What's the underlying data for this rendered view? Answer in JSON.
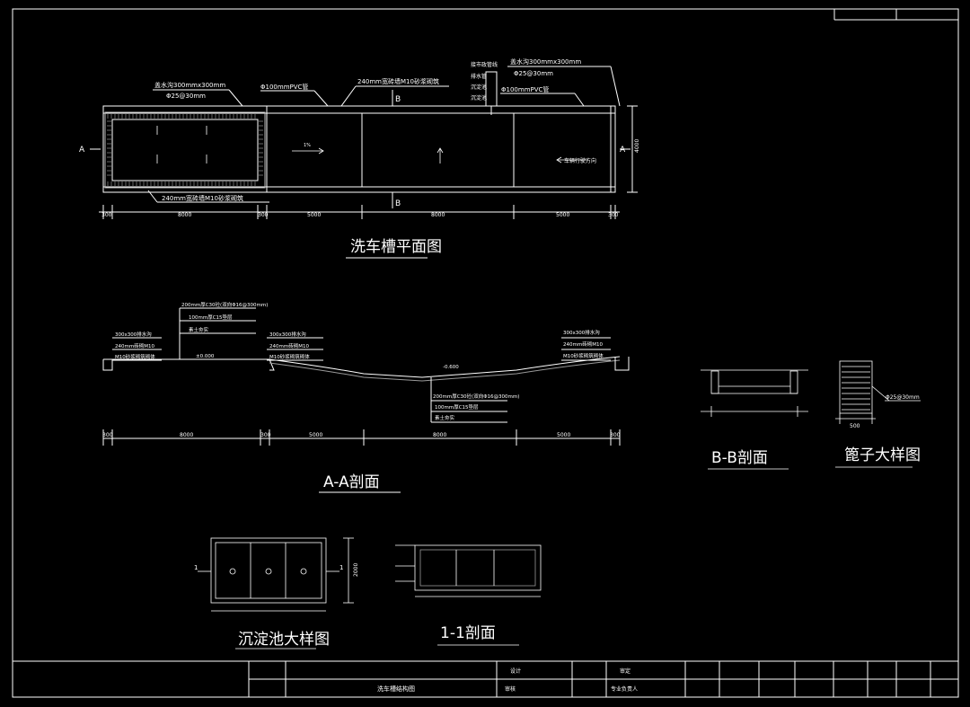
{
  "plan": {
    "title": "洗车槽平面图",
    "label_drain_top_left": "盖水沟300mmx300mm",
    "label_rebar_top_left": "Φ25@30mm",
    "label_pvc_left": "Φ100mmPVC管",
    "label_wall_top": "240mm宽砖墙M10砂浆砌筑",
    "label_wall_bottom": "240mm宽砖墙M10砂浆砌筑",
    "label_drain_top_right": "盖水沟300mmx300mm",
    "label_rebar_top_right": "Φ25@30mm",
    "label_pvc_right": "Φ100mmPVC管",
    "label_pipe_stack": [
      "接市政管线",
      "排水管",
      "沉淀池",
      "沉淀池"
    ],
    "section_mark_a": "A",
    "section_mark_b": "B",
    "dims": [
      "300",
      "8000",
      "300",
      "5000",
      "8000",
      "5000",
      "300"
    ],
    "width_dim": "4000",
    "direction_note": "车辆行驶方向",
    "slope_label": "1%"
  },
  "section_aa": {
    "title": "A-A剖面",
    "label_slab_left": [
      "200mm厚C30砼(双向Φ16@300mm)",
      "100mm厚C15垫层",
      "素土夯实"
    ],
    "label_drain_left": [
      "300x300排水沟",
      "240mm砖砌M10",
      "M10砂浆砌筑砌体"
    ],
    "label_mid": [
      "300x300排水沟",
      "240mm砖砌M10",
      "M10砂浆砌筑砌体"
    ],
    "label_drain_right": [
      "300x300排水沟",
      "240mm砖砌M10",
      "M10砂浆砌筑砌体"
    ],
    "label_slab_bottom": [
      "200mm厚C30砼(双向Φ16@300mm)",
      "100mm厚C15垫层",
      "素土夯实"
    ],
    "level_left": "±0.000",
    "level_mid": "-0.600",
    "dims": [
      "300",
      "8000",
      "300",
      "5000",
      "8000",
      "5000",
      "300"
    ]
  },
  "section_bb": {
    "title": "B-B剖面"
  },
  "grate_detail": {
    "title": "篦子大样图",
    "rebar": "Φ25@30mm",
    "width": "500"
  },
  "tank_detail": {
    "title": "沉淀池大样图",
    "mark": "1",
    "width_dim": "2000"
  },
  "section_11": {
    "title": "1-1剖面"
  },
  "title_block": {
    "drawing_name": "洗车槽结构图",
    "cell_design": "设计",
    "cell_check": "审核",
    "cell_checker": "审定",
    "cell_chief": "专业负责人"
  }
}
